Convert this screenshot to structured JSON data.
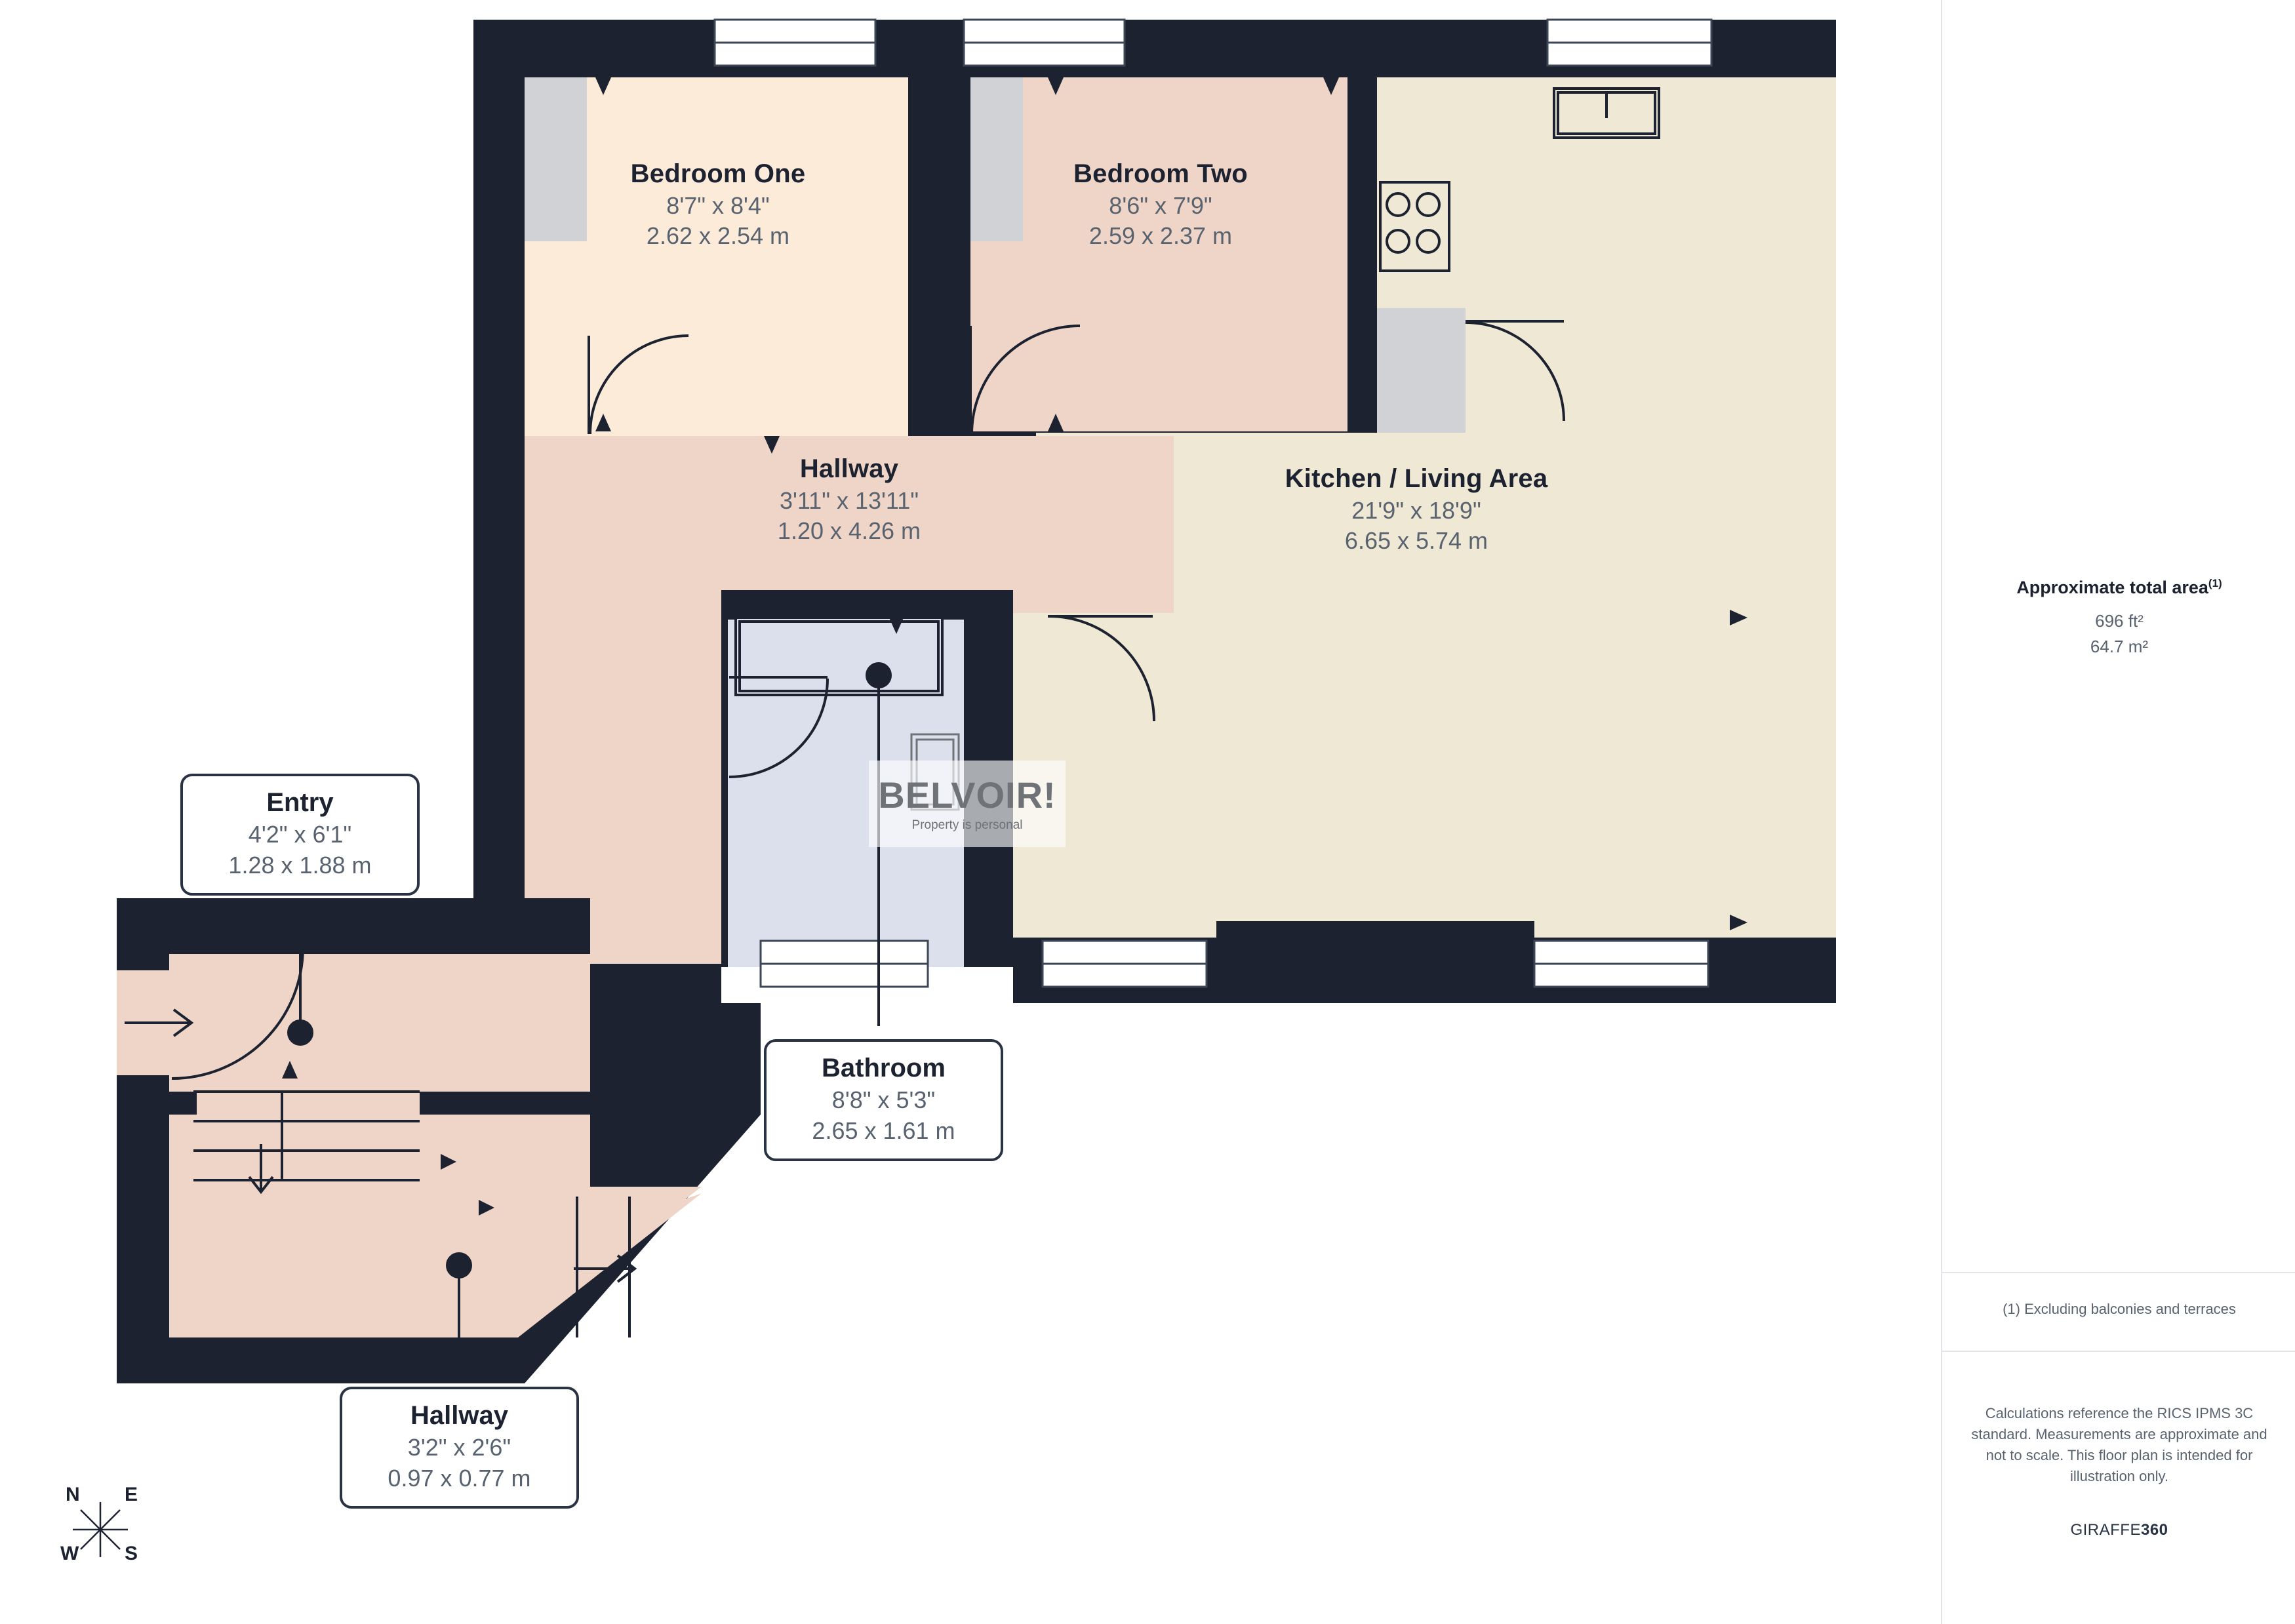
{
  "plan": {
    "rooms": [
      {
        "id": "bedroom_one",
        "name": "Bedroom One",
        "imperial": "8'7\" x 8'4\"",
        "metric": "2.62 x 2.54 m"
      },
      {
        "id": "bedroom_two",
        "name": "Bedroom Two",
        "imperial": "8'6\" x 7'9\"",
        "metric": "2.59 x 2.37 m"
      },
      {
        "id": "kitchen",
        "name": "Kitchen / Living Area",
        "imperial": "21'9\" x 18'9\"",
        "metric": "6.65 x 5.74 m"
      },
      {
        "id": "hallway_main",
        "name": "Hallway",
        "imperial": "3'11\" x 13'11\"",
        "metric": "1.20 x 4.26 m"
      },
      {
        "id": "entry",
        "name": "Entry",
        "imperial": "4'2\" x 6'1\"",
        "metric": "1.28 x 1.88 m"
      },
      {
        "id": "bathroom",
        "name": "Bathroom",
        "imperial": "8'8\" x 5'3\"",
        "metric": "2.65 x 1.61 m"
      },
      {
        "id": "hallway_lower",
        "name": "Hallway",
        "imperial": "3'2\" x 2'6\"",
        "metric": "0.97 x 0.77 m"
      }
    ],
    "colors": {
      "wall": "#1C2230",
      "bedroom_one_fill": "#FDEBDA",
      "bedroom_two_fill": "#EFD5C8",
      "hallway_fill": "#EFD5C8",
      "kitchen_fill": "#EFE8D5",
      "bathroom_fill": "#DCE0EC",
      "cupboard_fill": "#D0D2D6",
      "label_text": "#1C2230",
      "dim_text": "#59636F"
    }
  },
  "watermark": {
    "title": "BELVOIR!",
    "tagline": "Property is personal"
  },
  "compass": {
    "north": "N",
    "east": "E",
    "south": "S",
    "west": "W"
  },
  "sidebar": {
    "area_title": "Approximate total area",
    "area_title_sup": "(1)",
    "area_sqft": "696 ft²",
    "area_sqm": "64.7 m²",
    "footnote": "(1) Excluding balconies and terraces",
    "disclaimer": "Calculations reference the RICS IPMS 3C standard. Measurements are approximate and not to scale. This floor plan is intended for illustration only.",
    "brand_light": "GIRAFFE",
    "brand_bold": "360"
  }
}
